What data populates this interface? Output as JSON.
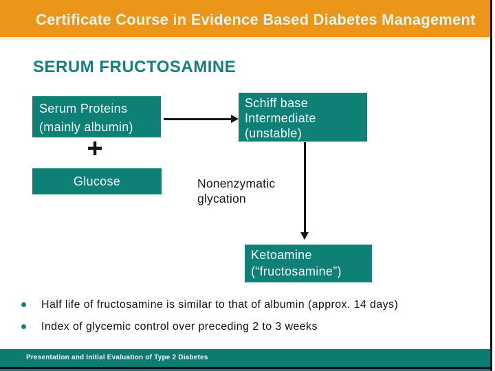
{
  "header": {
    "title": "Certificate Course in Evidence Based Diabetes Management"
  },
  "slide": {
    "title": "SERUM FRUCTOSAMINE",
    "diagram": {
      "serum_proteins_box": {
        "line1": "Serum Proteins",
        "line2": "(mainly albumin)"
      },
      "plus": "+",
      "glucose_box": {
        "label": "Glucose"
      },
      "schiff_box": {
        "line1": "Schiff base",
        "line2": "Intermediate",
        "line3": "(unstable)"
      },
      "arrow_label": {
        "line1": "Nonenzymatic",
        "line2": "glycation"
      },
      "ketoamine_box": {
        "line1": "Ketoamine",
        "line2": "(“fructosamine”)"
      }
    },
    "bullets": [
      "Half life of fructosamine is similar to that of albumin (approx. 14 days)",
      "Index of glycemic control over preceding 2 to 3 weeks"
    ]
  },
  "footer": {
    "text": "Presentation and Initial Evaluation of Type 2 Diabetes"
  },
  "colors": {
    "header_orange": "#EB9619",
    "box_teal": "#0F8076",
    "footer_teal": "#0E7B72",
    "title_teal": "#187D7B",
    "arrow_black": "#141414"
  }
}
